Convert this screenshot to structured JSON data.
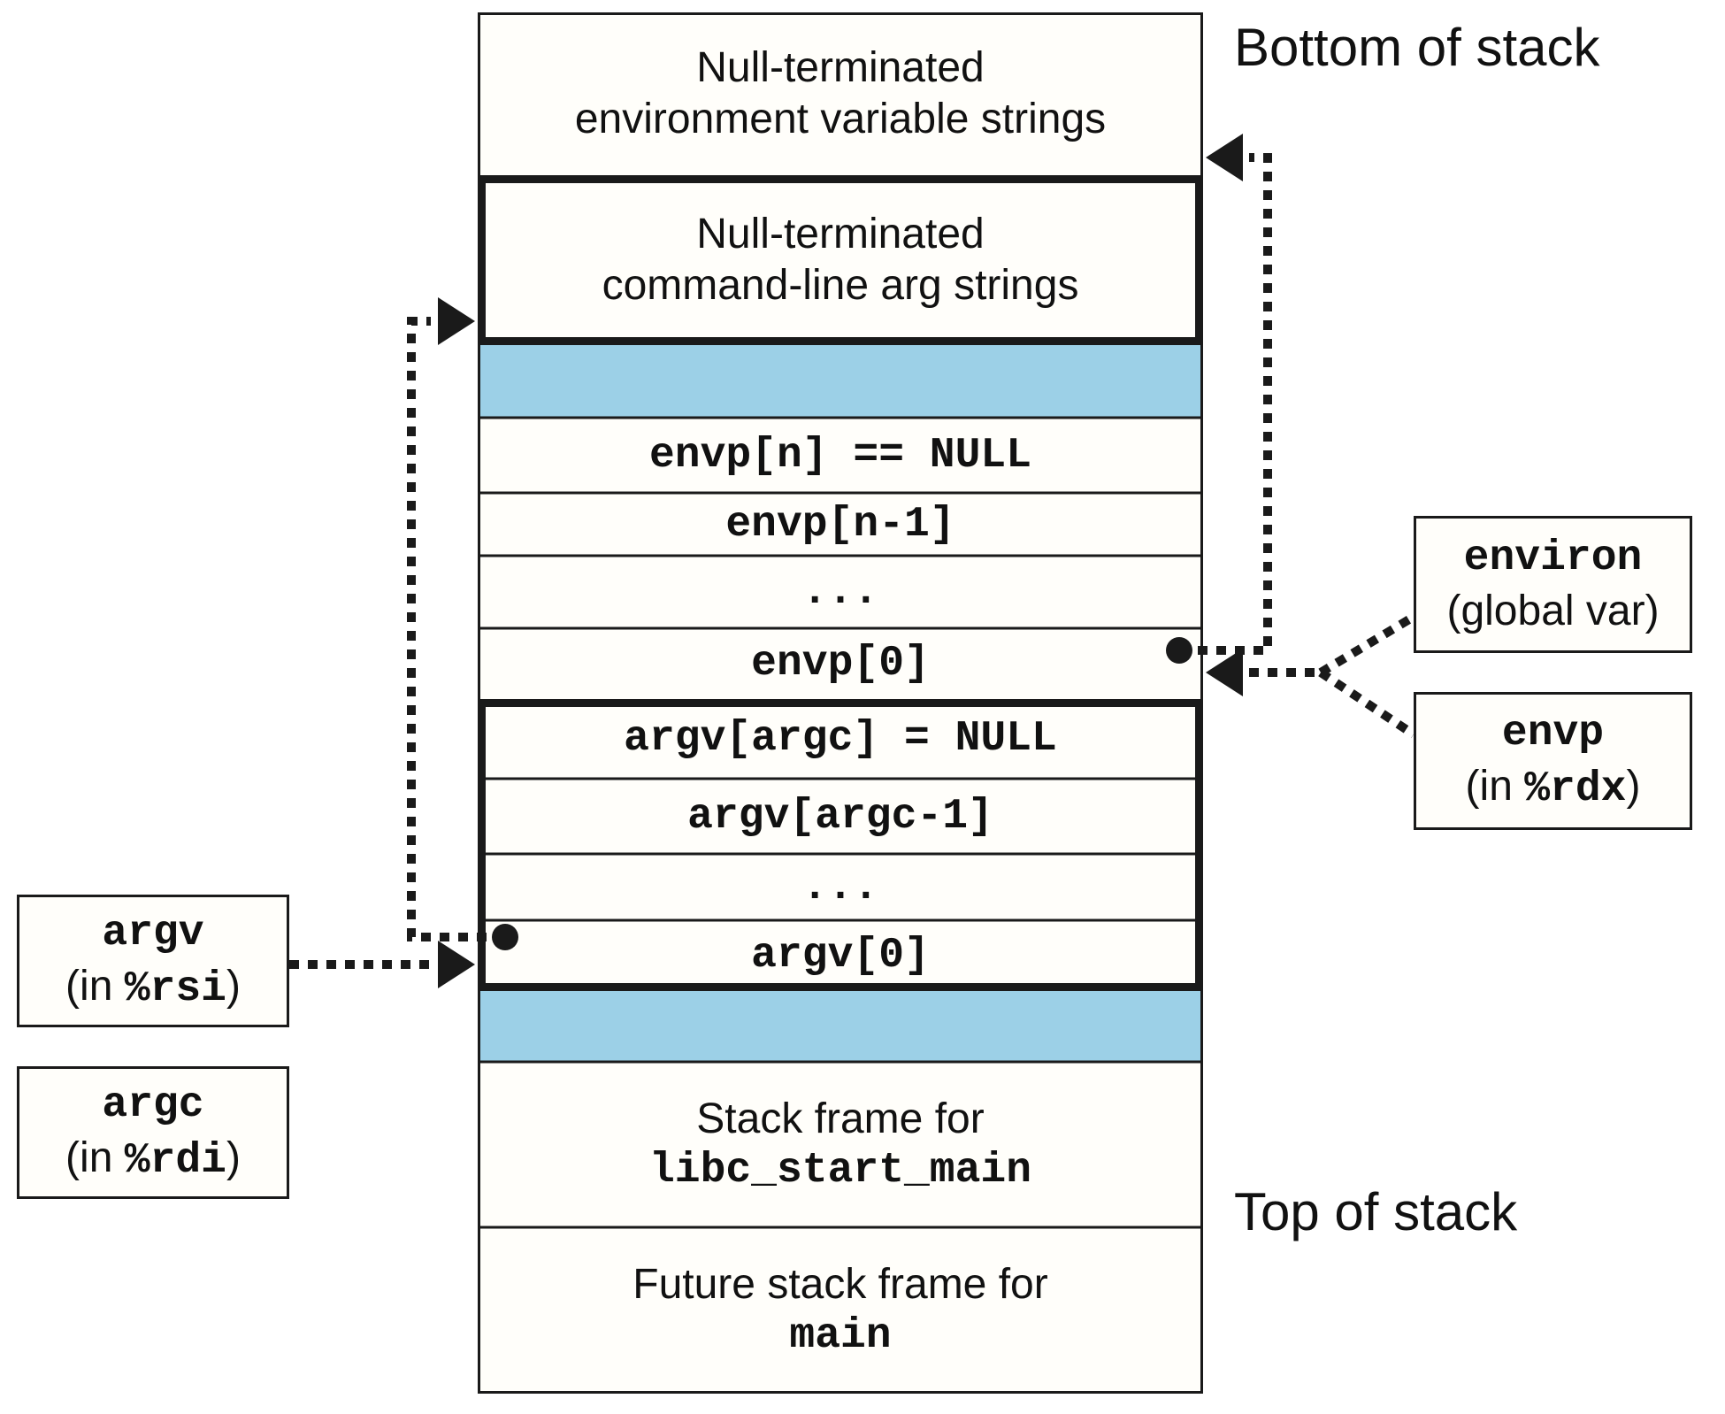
{
  "title_labels": {
    "bottom_of_stack": "Bottom of stack",
    "top_of_stack": "Top of stack"
  },
  "stack": {
    "env_strings": {
      "line1": "Null-terminated",
      "line2": "environment variable strings"
    },
    "cmd_args": {
      "line1": "Null-terminated",
      "line2": "command-line arg strings"
    },
    "envp_rows": [
      "envp[n] == NULL",
      "envp[n-1]",
      "...",
      "envp[0]"
    ],
    "argv_rows": [
      "argv[argc] = NULL",
      "argv[argc-1]",
      "...",
      "argv[0]"
    ],
    "libc_frame": {
      "line1": "Stack frame for",
      "line2": "libc_start_main"
    },
    "main_frame": {
      "line1": "Future stack frame for",
      "line2": "main"
    }
  },
  "side_boxes": {
    "argv": {
      "name": "argv",
      "loc_prefix": "(in ",
      "register": "%rsi",
      "loc_suffix": ")"
    },
    "argc": {
      "name": "argc",
      "loc_prefix": "(in ",
      "register": "%rdi",
      "loc_suffix": ")"
    },
    "environ": {
      "name": "environ",
      "location": "(global var)"
    },
    "envp": {
      "name": "envp",
      "loc_prefix": "(in ",
      "register": "%rdx",
      "loc_suffix": ")"
    }
  },
  "colors": {
    "band": "#9cd0e7",
    "cell_bg": "#fffefa",
    "ink": "#1a1a1a"
  }
}
